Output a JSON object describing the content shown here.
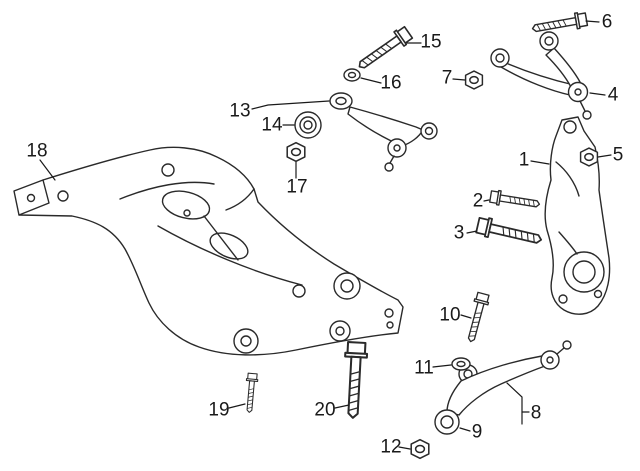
{
  "diagram": {
    "background": "#ffffff",
    "line_color": "#2a2a2a",
    "label_color": "#1a1a1a",
    "callouts": [
      {
        "label": "1"
      },
      {
        "label": "2"
      },
      {
        "label": "3"
      },
      {
        "label": "4"
      },
      {
        "label": "5"
      },
      {
        "label": "6"
      },
      {
        "label": "7"
      },
      {
        "label": "8"
      },
      {
        "label": "9"
      },
      {
        "label": "10"
      },
      {
        "label": "11"
      },
      {
        "label": "12"
      },
      {
        "label": "13"
      },
      {
        "label": "14"
      },
      {
        "label": "15"
      },
      {
        "label": "16"
      },
      {
        "label": "17"
      },
      {
        "label": "18"
      },
      {
        "label": "19"
      },
      {
        "label": "20"
      }
    ]
  }
}
